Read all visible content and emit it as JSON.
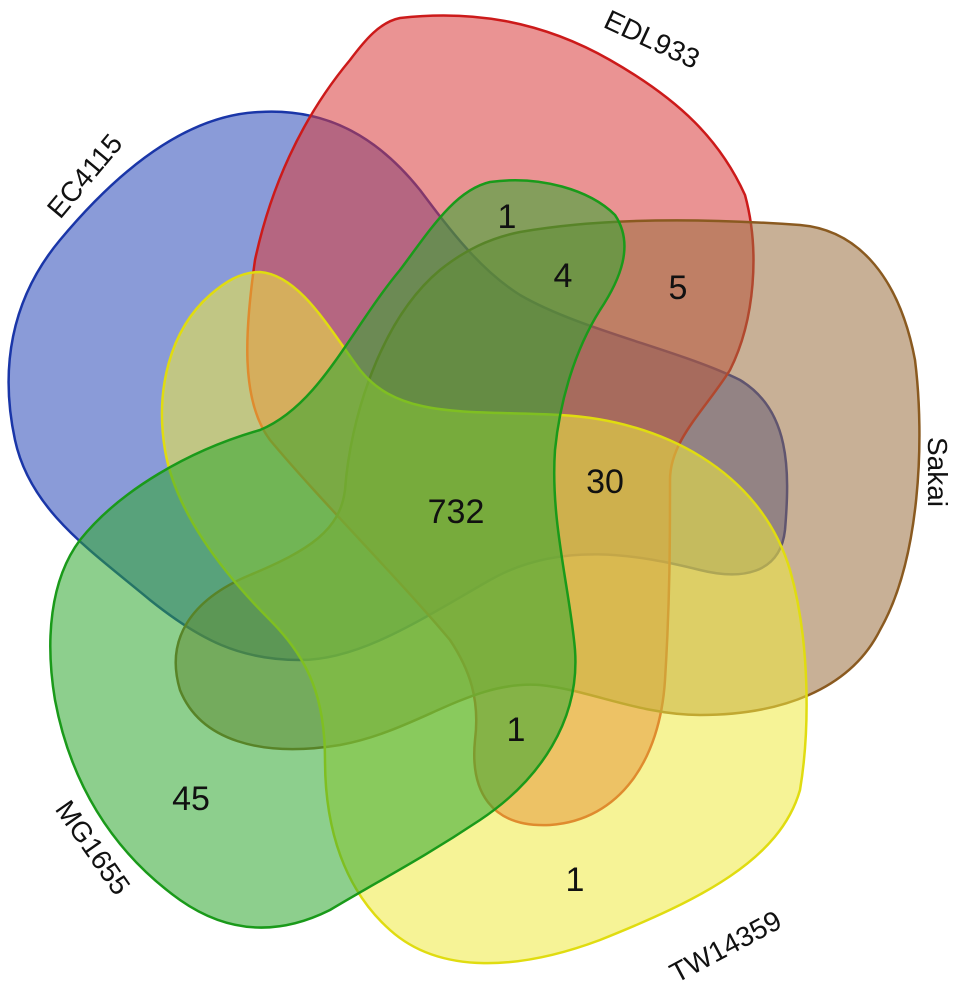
{
  "chart_data": {
    "type": "venn",
    "title": "",
    "sets": [
      {
        "name": "EC4115",
        "color": "#2a48b8",
        "stroke": "#1a36a8"
      },
      {
        "name": "EDL933",
        "color": "#d83a3a",
        "stroke": "#cc1a1a"
      },
      {
        "name": "Sakai",
        "color": "#9a7040",
        "stroke": "#8a5a20"
      },
      {
        "name": "TW14359",
        "color": "#eeea40",
        "stroke": "#e0dc10"
      },
      {
        "name": "MG1655",
        "color": "#30a830",
        "stroke": "#1a9a1a"
      }
    ],
    "regions": [
      {
        "sets": [
          "EC4115",
          "EDL933",
          "Sakai",
          "TW14359",
          "MG1655"
        ],
        "count": 732
      },
      {
        "sets": [
          "EC4115",
          "EDL933",
          "Sakai",
          "TW14359"
        ],
        "count": 30
      },
      {
        "sets": [
          "EDL933",
          "Sakai"
        ],
        "count": 5
      },
      {
        "sets": [
          "EDL933",
          "Sakai",
          "MG1655"
        ],
        "count": 4
      },
      {
        "sets": [
          "EDL933",
          "MG1655"
        ],
        "count": 1
      },
      {
        "sets": [
          "TW14359",
          "MG1655"
        ],
        "count": 1
      },
      {
        "sets": [
          "TW14359"
        ],
        "count": 1
      },
      {
        "sets": [
          "MG1655"
        ],
        "count": 45
      }
    ]
  },
  "labels": {
    "ec4115": "EC4115",
    "edl933": "EDL933",
    "sakai": "Sakai",
    "tw14359": "TW14359",
    "mg1655": "MG1655"
  },
  "counts": {
    "c732": "732",
    "c30": "30",
    "c5": "5",
    "c4": "4",
    "c1_top": "1",
    "c1_mid": "1",
    "c1_bottom": "1",
    "c45": "45"
  }
}
